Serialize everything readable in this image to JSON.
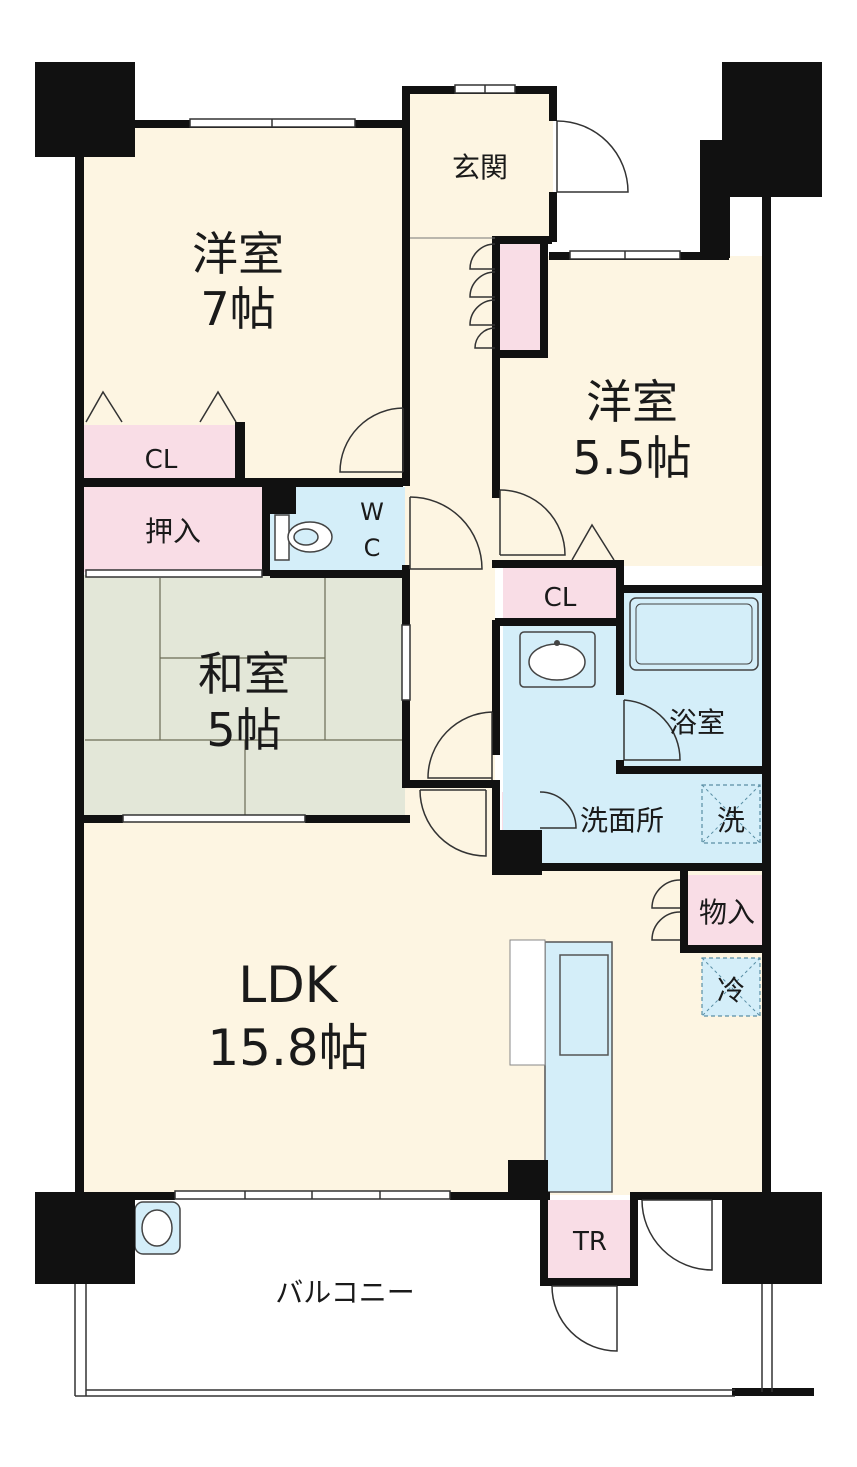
{
  "rooms": {
    "western1": {
      "name": "洋室",
      "size": "7帖"
    },
    "western2": {
      "name": "洋室",
      "size": "5.5帖"
    },
    "japanese": {
      "name": "和室",
      "size": "5帖"
    },
    "ldk": {
      "name": "LDK",
      "size": "15.8帖"
    },
    "entrance": {
      "name": "玄関"
    },
    "closet1": {
      "name": "CL"
    },
    "closet2": {
      "name": "CL"
    },
    "oshiire": {
      "name": "押入"
    },
    "wc_top": {
      "name": "W"
    },
    "wc_bottom": {
      "name": "C"
    },
    "bath": {
      "name": "浴室"
    },
    "washroom": {
      "name": "洗面所"
    },
    "washer": {
      "name": "洗"
    },
    "storage": {
      "name": "物入"
    },
    "fridge": {
      "name": "冷"
    },
    "trunk_room": {
      "name": "TR"
    },
    "balcony": {
      "name": "バルコニー"
    }
  },
  "colors": {
    "room_fill": "#fdf5e2",
    "closet_fill": "#f9dde6",
    "wet_fill": "#d4eef9",
    "tatami_fill": "#e3e7d8",
    "wall": "#111111"
  }
}
